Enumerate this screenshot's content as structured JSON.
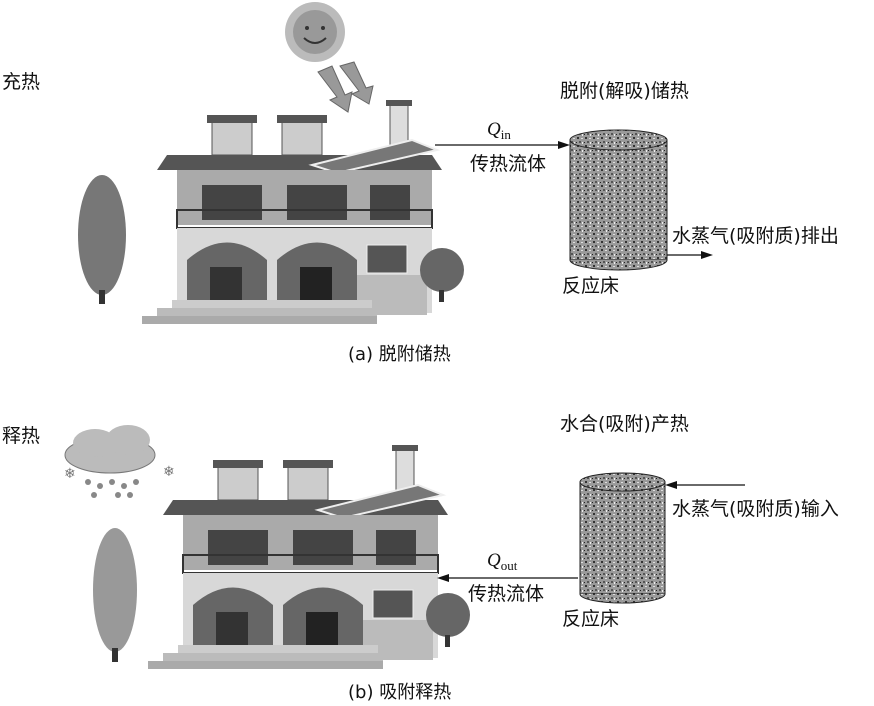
{
  "panel_a": {
    "side_label": "充热",
    "bed_title": "脱附(解吸)储热",
    "heat_symbol": "Q",
    "heat_subscript": "in",
    "fluid_label": "传热流体",
    "vapor_label": "水蒸气(吸附质)排出",
    "bed_label": "反应床",
    "caption": "(a) 脱附储热"
  },
  "panel_b": {
    "side_label": "释热",
    "bed_title": "水合(吸附)产热",
    "heat_symbol": "Q",
    "heat_subscript": "out",
    "fluid_label": "传热流体",
    "vapor_label": "水蒸气(吸附质)输入",
    "bed_label": "反应床",
    "caption": "(b) 吸附释热"
  }
}
